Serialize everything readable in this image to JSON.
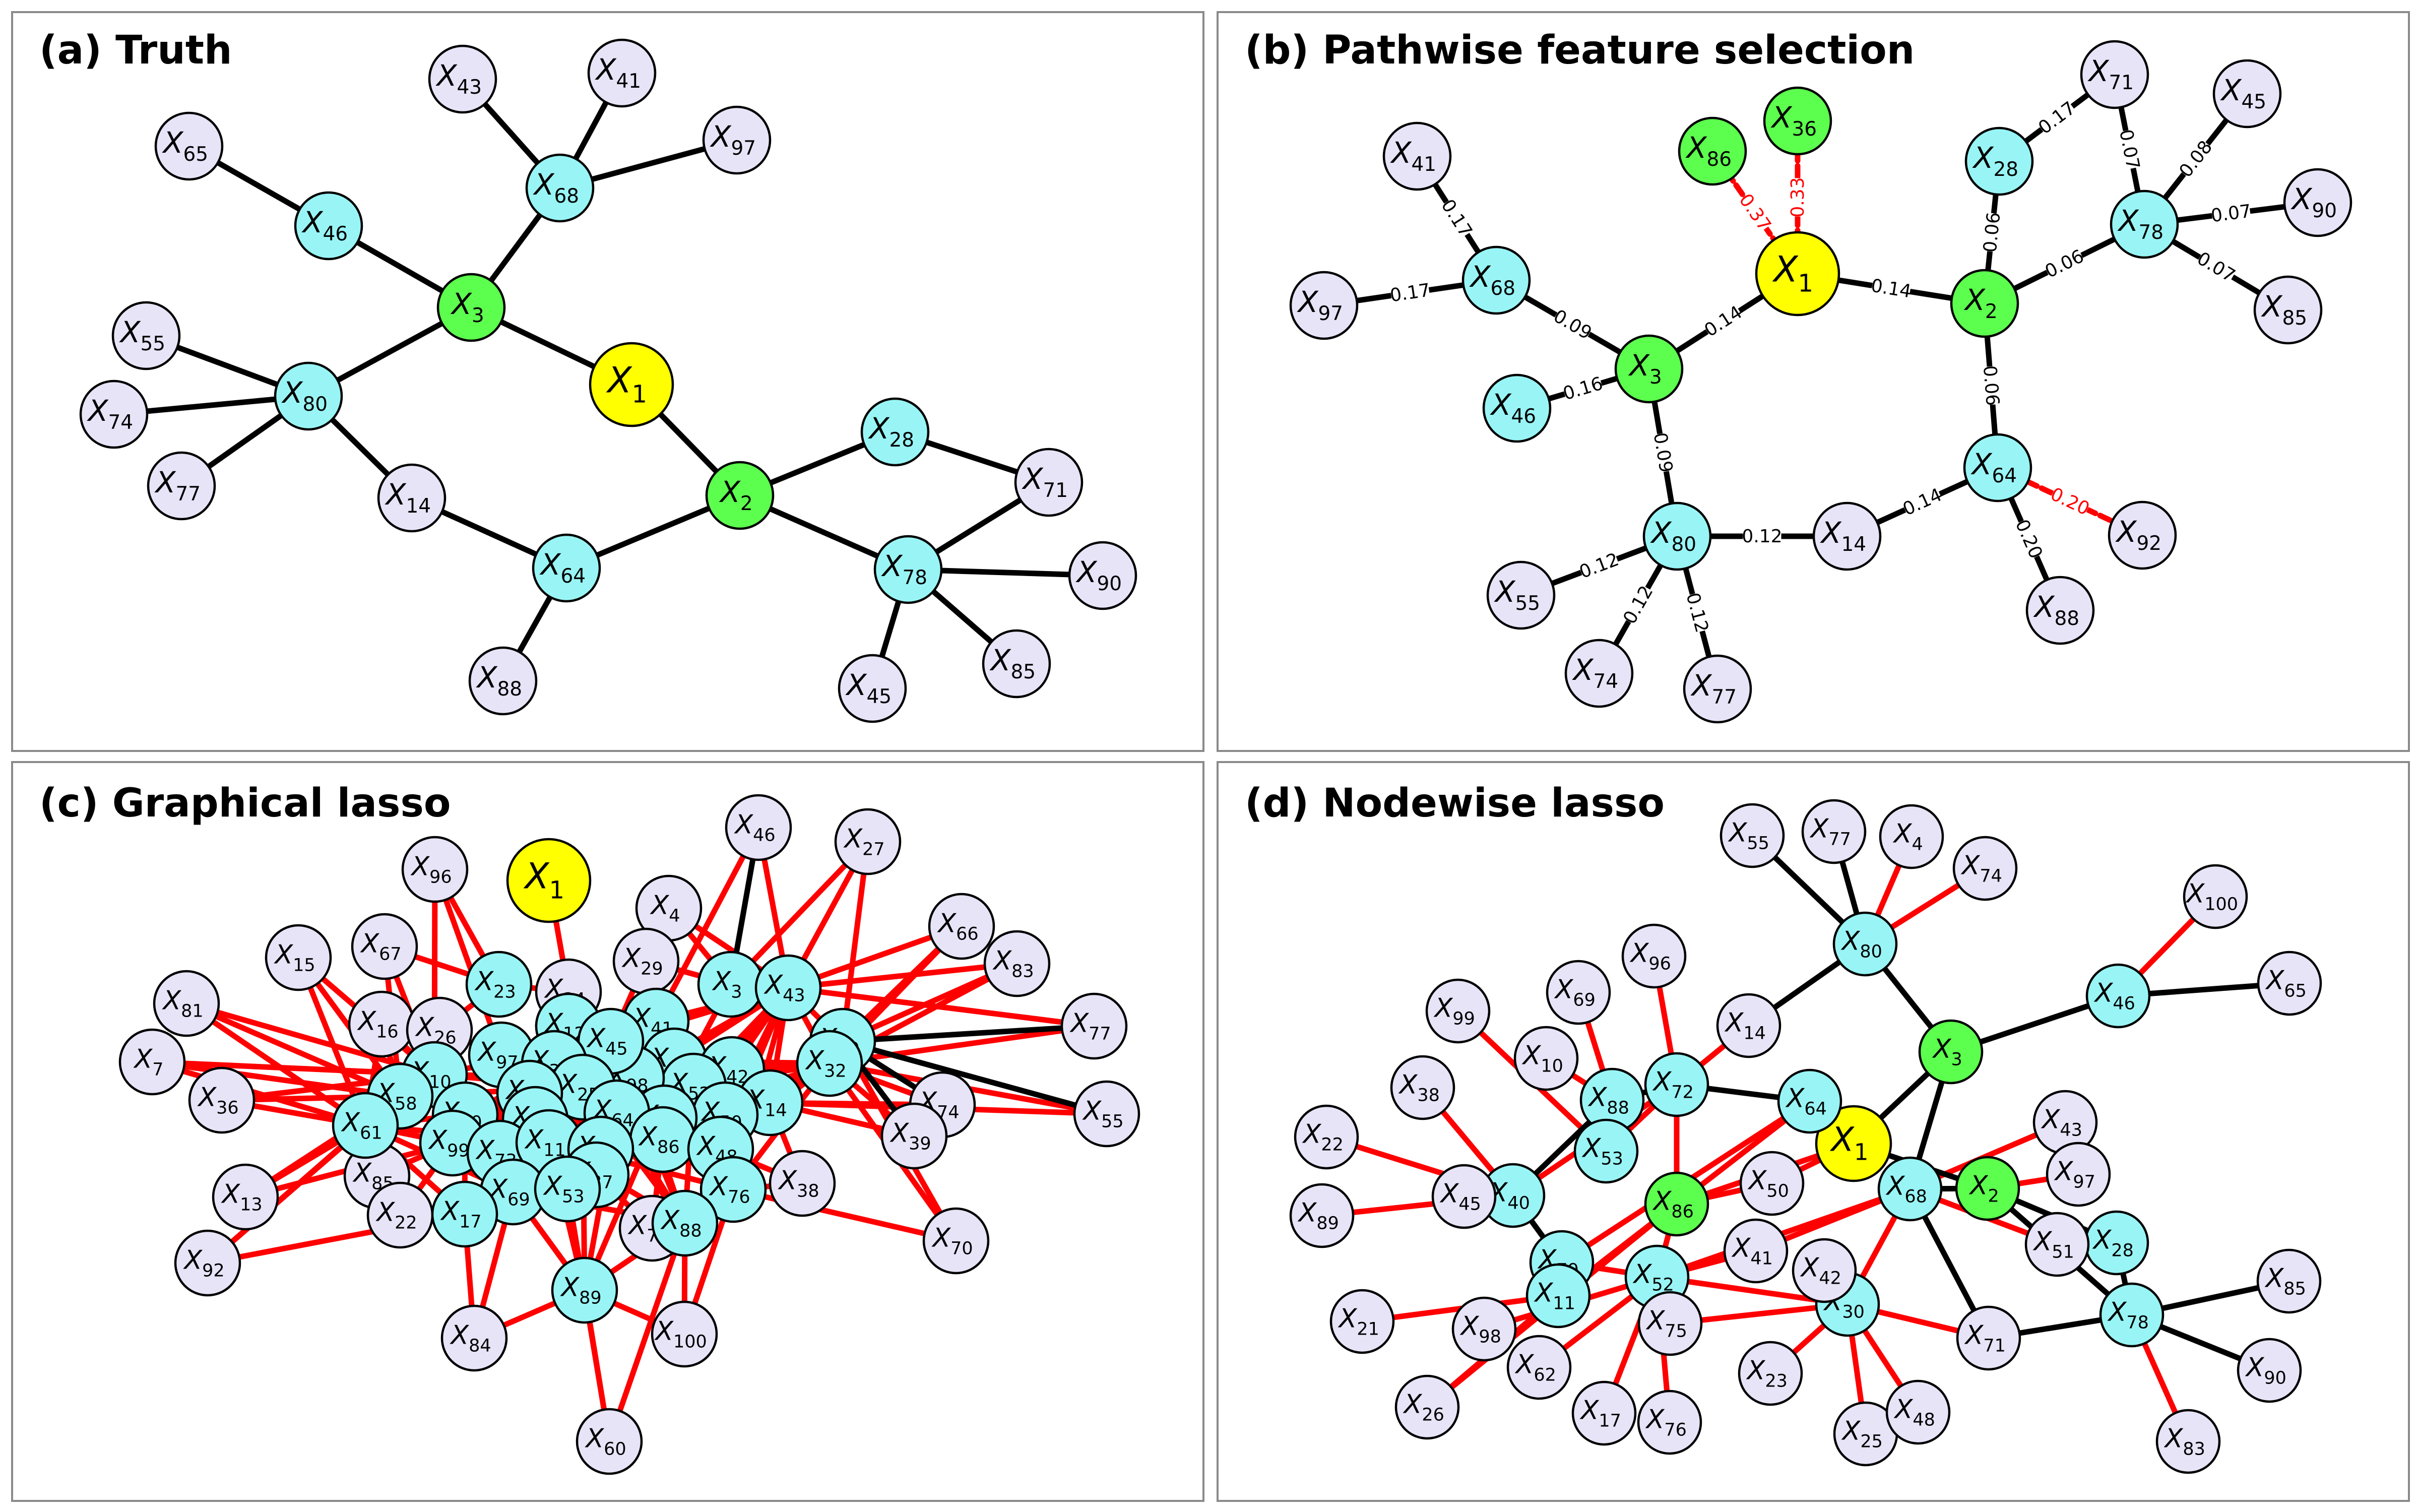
{
  "colors": {
    "node_x1": "#ffff00",
    "node_green": "#5cff4d",
    "node_cyan": "#99f5f5",
    "node_lavender": "#e8e4f8",
    "edge_black": "#000000",
    "edge_red": "#ff0000",
    "frame": "#8a8a8a"
  },
  "panels": [
    {
      "id": "a",
      "title": "(a) Truth",
      "nodes": [
        {
          "id": "1",
          "c": "Y"
        },
        {
          "id": "2",
          "c": "G"
        },
        {
          "id": "3",
          "c": "G"
        },
        {
          "id": "68",
          "c": "C"
        },
        {
          "id": "46",
          "c": "C"
        },
        {
          "id": "80",
          "c": "C"
        },
        {
          "id": "64",
          "c": "C"
        },
        {
          "id": "28",
          "c": "C"
        },
        {
          "id": "78",
          "c": "C"
        },
        {
          "id": "43",
          "c": "L"
        },
        {
          "id": "41",
          "c": "L"
        },
        {
          "id": "97",
          "c": "L"
        },
        {
          "id": "65",
          "c": "L"
        },
        {
          "id": "55",
          "c": "L"
        },
        {
          "id": "74",
          "c": "L"
        },
        {
          "id": "77",
          "c": "L"
        },
        {
          "id": "14",
          "c": "L"
        },
        {
          "id": "88",
          "c": "L"
        },
        {
          "id": "71",
          "c": "L"
        },
        {
          "id": "90",
          "c": "L"
        },
        {
          "id": "85",
          "c": "L"
        },
        {
          "id": "45",
          "c": "L"
        }
      ],
      "edges": [
        [
          "3",
          "1",
          "k"
        ],
        [
          "1",
          "2",
          "k"
        ],
        [
          "3",
          "68",
          "k"
        ],
        [
          "68",
          "43",
          "k"
        ],
        [
          "68",
          "41",
          "k"
        ],
        [
          "68",
          "97",
          "k"
        ],
        [
          "3",
          "46",
          "k"
        ],
        [
          "46",
          "65",
          "k"
        ],
        [
          "3",
          "80",
          "k"
        ],
        [
          "80",
          "55",
          "k"
        ],
        [
          "80",
          "74",
          "k"
        ],
        [
          "80",
          "77",
          "k"
        ],
        [
          "80",
          "14",
          "k"
        ],
        [
          "14",
          "64",
          "k"
        ],
        [
          "64",
          "2",
          "k"
        ],
        [
          "64",
          "88",
          "k"
        ],
        [
          "2",
          "28",
          "k"
        ],
        [
          "28",
          "71",
          "k"
        ],
        [
          "2",
          "78",
          "k"
        ],
        [
          "78",
          "71",
          "k"
        ],
        [
          "78",
          "90",
          "k"
        ],
        [
          "78",
          "85",
          "k"
        ],
        [
          "78",
          "45",
          "k"
        ]
      ]
    },
    {
      "id": "b",
      "title": "(b) Pathwise feature selection",
      "nodes": [
        {
          "id": "1",
          "c": "Y"
        },
        {
          "id": "2",
          "c": "G"
        },
        {
          "id": "3",
          "c": "G"
        },
        {
          "id": "86",
          "c": "G"
        },
        {
          "id": "36",
          "c": "G"
        },
        {
          "id": "28",
          "c": "C"
        },
        {
          "id": "78",
          "c": "C"
        },
        {
          "id": "68",
          "c": "C"
        },
        {
          "id": "46",
          "c": "C"
        },
        {
          "id": "80",
          "c": "C"
        },
        {
          "id": "64",
          "c": "C"
        },
        {
          "id": "71",
          "c": "L"
        },
        {
          "id": "45",
          "c": "L"
        },
        {
          "id": "90",
          "c": "L"
        },
        {
          "id": "85",
          "c": "L"
        },
        {
          "id": "41",
          "c": "L"
        },
        {
          "id": "97",
          "c": "L"
        },
        {
          "id": "55",
          "c": "L"
        },
        {
          "id": "74",
          "c": "L"
        },
        {
          "id": "77",
          "c": "L"
        },
        {
          "id": "14",
          "c": "L"
        },
        {
          "id": "92",
          "c": "L"
        },
        {
          "id": "88",
          "c": "L"
        }
      ],
      "edges": [
        [
          "1",
          "86",
          "r",
          "0.37"
        ],
        [
          "1",
          "36",
          "r",
          "0.33"
        ],
        [
          "1",
          "2",
          "k",
          "0.14"
        ],
        [
          "1",
          "3",
          "k",
          "0.14"
        ],
        [
          "2",
          "28",
          "k",
          "0.06"
        ],
        [
          "2",
          "78",
          "k",
          "0.06"
        ],
        [
          "2",
          "64",
          "k",
          "0.06"
        ],
        [
          "78",
          "71",
          "k",
          "0.07"
        ],
        [
          "28",
          "71",
          "k",
          "0.17"
        ],
        [
          "78",
          "45",
          "k",
          "0.08"
        ],
        [
          "78",
          "90",
          "k",
          "0.07"
        ],
        [
          "78",
          "85",
          "k",
          "0.07"
        ],
        [
          "3",
          "68",
          "k",
          "0.09"
        ],
        [
          "68",
          "41",
          "k",
          "0.17"
        ],
        [
          "68",
          "97",
          "k",
          "0.17"
        ],
        [
          "3",
          "46",
          "k",
          "0.16"
        ],
        [
          "3",
          "80",
          "k",
          "0.09"
        ],
        [
          "80",
          "55",
          "k",
          "0.12"
        ],
        [
          "80",
          "74",
          "k",
          "0.12"
        ],
        [
          "80",
          "77",
          "k",
          "0.12"
        ],
        [
          "80",
          "14",
          "k",
          "0.12"
        ],
        [
          "14",
          "64",
          "k",
          "0.14"
        ],
        [
          "64",
          "92",
          "r",
          "0.20"
        ],
        [
          "64",
          "88",
          "k",
          "0.20"
        ]
      ]
    },
    {
      "id": "c",
      "title": "(c) Graphical lasso",
      "nodes": [
        {
          "id": "1",
          "c": "Y"
        },
        {
          "id": "2",
          "c": "G"
        },
        {
          "id": "23",
          "c": "C"
        },
        {
          "id": "3",
          "c": "C"
        },
        {
          "id": "43",
          "c": "C"
        },
        {
          "id": "41",
          "c": "C"
        },
        {
          "id": "80",
          "c": "C"
        },
        {
          "id": "32",
          "c": "C"
        },
        {
          "id": "68",
          "c": "C"
        },
        {
          "id": "42",
          "c": "C"
        },
        {
          "id": "52",
          "c": "C"
        },
        {
          "id": "14",
          "c": "C"
        },
        {
          "id": "50",
          "c": "C"
        },
        {
          "id": "98",
          "c": "C"
        },
        {
          "id": "79",
          "c": "C"
        },
        {
          "id": "12",
          "c": "C"
        },
        {
          "id": "45",
          "c": "C"
        },
        {
          "id": "97",
          "c": "C"
        },
        {
          "id": "30",
          "c": "C"
        },
        {
          "id": "25",
          "c": "C"
        },
        {
          "id": "10",
          "c": "C"
        },
        {
          "id": "58",
          "c": "C"
        },
        {
          "id": "40",
          "c": "C"
        },
        {
          "id": "51",
          "c": "C"
        },
        {
          "id": "75",
          "c": "C"
        },
        {
          "id": "64",
          "c": "C"
        },
        {
          "id": "86",
          "c": "C"
        },
        {
          "id": "48",
          "c": "C"
        },
        {
          "id": "61",
          "c": "C"
        },
        {
          "id": "99",
          "c": "C"
        },
        {
          "id": "73",
          "c": "C"
        },
        {
          "id": "11",
          "c": "C"
        },
        {
          "id": "21",
          "c": "C"
        },
        {
          "id": "37",
          "c": "C"
        },
        {
          "id": "69",
          "c": "C"
        },
        {
          "id": "53",
          "c": "C"
        },
        {
          "id": "17",
          "c": "C"
        },
        {
          "id": "76",
          "c": "C"
        },
        {
          "id": "88",
          "c": "C"
        },
        {
          "id": "89",
          "c": "C"
        },
        {
          "id": "96",
          "c": "L"
        },
        {
          "id": "46",
          "c": "L"
        },
        {
          "id": "27",
          "c": "L"
        },
        {
          "id": "4",
          "c": "L"
        },
        {
          "id": "15",
          "c": "L"
        },
        {
          "id": "67",
          "c": "L"
        },
        {
          "id": "29",
          "c": "L"
        },
        {
          "id": "66",
          "c": "L"
        },
        {
          "id": "83",
          "c": "L"
        },
        {
          "id": "81",
          "c": "L"
        },
        {
          "id": "34",
          "c": "L"
        },
        {
          "id": "16",
          "c": "L"
        },
        {
          "id": "26",
          "c": "L"
        },
        {
          "id": "77",
          "c": "L"
        },
        {
          "id": "7",
          "c": "L"
        },
        {
          "id": "36",
          "c": "L"
        },
        {
          "id": "55",
          "c": "L"
        },
        {
          "id": "74",
          "c": "L"
        },
        {
          "id": "12b",
          "c": "L",
          "label": "12"
        },
        {
          "id": "39",
          "c": "L"
        },
        {
          "id": "85",
          "c": "L"
        },
        {
          "id": "38",
          "c": "L"
        },
        {
          "id": "13",
          "c": "L"
        },
        {
          "id": "22",
          "c": "L"
        },
        {
          "id": "71",
          "c": "L"
        },
        {
          "id": "70",
          "c": "L"
        },
        {
          "id": "92",
          "c": "L"
        },
        {
          "id": "84",
          "c": "L"
        },
        {
          "id": "100",
          "c": "L"
        },
        {
          "id": "60",
          "c": "L"
        }
      ],
      "black_edges": [
        [
          "3",
          "46"
        ],
        [
          "80",
          "77"
        ],
        [
          "80",
          "55"
        ],
        [
          "80",
          "74"
        ],
        [
          "80",
          "39"
        ]
      ],
      "red_edges_note": "dense red edges between the central cluster and peripheral nodes"
    },
    {
      "id": "d",
      "title": "(d) Nodewise lasso",
      "nodes": [
        {
          "id": "1",
          "c": "Y"
        },
        {
          "id": "2",
          "c": "G"
        },
        {
          "id": "3",
          "c": "G"
        },
        {
          "id": "86",
          "c": "G"
        },
        {
          "id": "80",
          "c": "C"
        },
        {
          "id": "46",
          "c": "C"
        },
        {
          "id": "72",
          "c": "C"
        },
        {
          "id": "64",
          "c": "C"
        },
        {
          "id": "88",
          "c": "C"
        },
        {
          "id": "53",
          "c": "C"
        },
        {
          "id": "40",
          "c": "C"
        },
        {
          "id": "68",
          "c": "C"
        },
        {
          "id": "79",
          "c": "C"
        },
        {
          "id": "11",
          "c": "C"
        },
        {
          "id": "52",
          "c": "C"
        },
        {
          "id": "30",
          "c": "C"
        },
        {
          "id": "28",
          "c": "C"
        },
        {
          "id": "78",
          "c": "C"
        },
        {
          "id": "55",
          "c": "L"
        },
        {
          "id": "77",
          "c": "L"
        },
        {
          "id": "4",
          "c": "L"
        },
        {
          "id": "74",
          "c": "L"
        },
        {
          "id": "100",
          "c": "L"
        },
        {
          "id": "65",
          "c": "L"
        },
        {
          "id": "96",
          "c": "L"
        },
        {
          "id": "69",
          "c": "L"
        },
        {
          "id": "99",
          "c": "L"
        },
        {
          "id": "14",
          "c": "L"
        },
        {
          "id": "10",
          "c": "L"
        },
        {
          "id": "38",
          "c": "L"
        },
        {
          "id": "22",
          "c": "L"
        },
        {
          "id": "89",
          "c": "L"
        },
        {
          "id": "45",
          "c": "L"
        },
        {
          "id": "50",
          "c": "L"
        },
        {
          "id": "43",
          "c": "L"
        },
        {
          "id": "97",
          "c": "L"
        },
        {
          "id": "41",
          "c": "L"
        },
        {
          "id": "42",
          "c": "L"
        },
        {
          "id": "51",
          "c": "L"
        },
        {
          "id": "21",
          "c": "L"
        },
        {
          "id": "98",
          "c": "L"
        },
        {
          "id": "75",
          "c": "L"
        },
        {
          "id": "71",
          "c": "L"
        },
        {
          "id": "85",
          "c": "L"
        },
        {
          "id": "90",
          "c": "L"
        },
        {
          "id": "26",
          "c": "L"
        },
        {
          "id": "62",
          "c": "L"
        },
        {
          "id": "23",
          "c": "L"
        },
        {
          "id": "17",
          "c": "L"
        },
        {
          "id": "76",
          "c": "L"
        },
        {
          "id": "25",
          "c": "L"
        },
        {
          "id": "48",
          "c": "L"
        },
        {
          "id": "83",
          "c": "L"
        }
      ]
    }
  ]
}
